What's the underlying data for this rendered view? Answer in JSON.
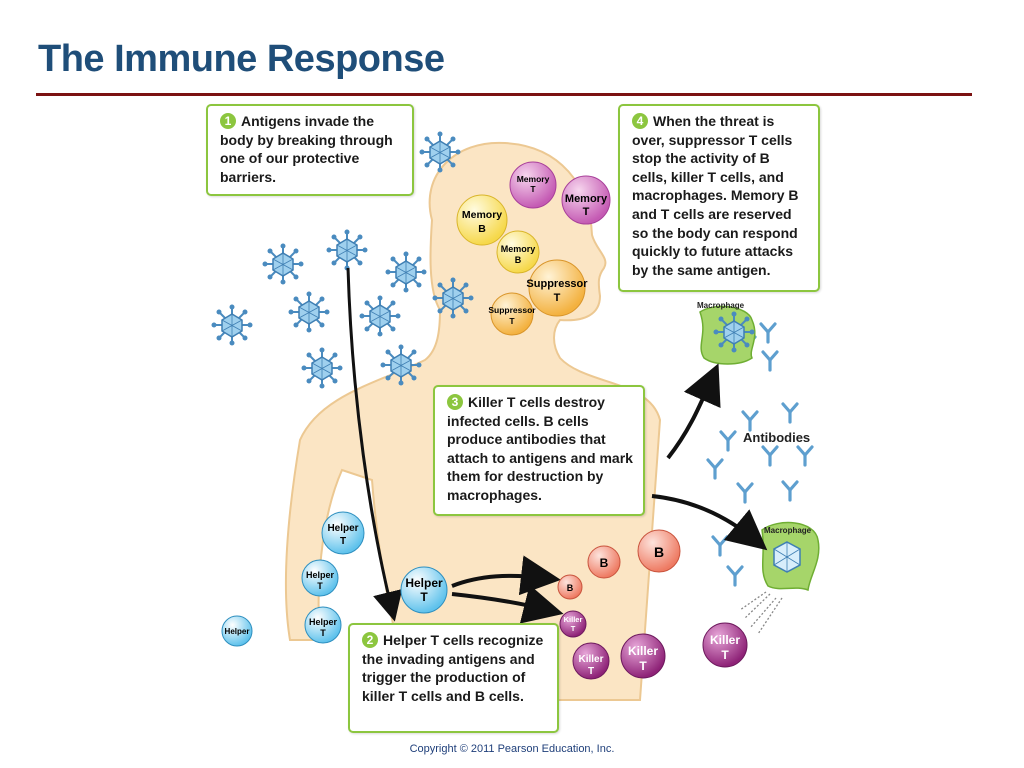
{
  "slide": {
    "title": "The Immune Response",
    "copyright": "Copyright © 2011 Pearson Education, Inc."
  },
  "steps": [
    {
      "number": "1",
      "text": "Antigens invade the body by breaking through one of our protective barriers."
    },
    {
      "number": "2",
      "text": "Helper T cells recognize the invading antigens and trigger the production of killer T cells and B cells."
    },
    {
      "number": "3",
      "text": "Killer T cells destroy infected cells. B cells produce antibodies that attach to antigens and mark them for destruction by macrophages."
    },
    {
      "number": "4",
      "text": "When the threat is over, suppressor T cells stop the activity of B cells, killer T cells, and macrophages. Memory B and T cells are reserved so the body can respond quickly to future attacks by the same antigen."
    }
  ],
  "labels": {
    "antibodies": "Antibodies",
    "macrophage": "Macrophage",
    "memory_t": [
      "Memory",
      "T"
    ],
    "memory_b": [
      "Memory",
      "B"
    ],
    "suppressor_t": [
      "Suppressor",
      "T"
    ],
    "helper_t": [
      "Helper",
      "T"
    ],
    "helper": "Helper",
    "b": "B",
    "killer_t": [
      "Killer",
      "T"
    ]
  },
  "colors": {
    "title": "#1f4e79",
    "rule": "#7b1212",
    "box_border": "#8cc63f",
    "body_fill": "#fbe7c6",
    "memory_t_cell": "#c45ab3",
    "memory_b_cell": "#fde97a",
    "suppressor_cell": "#f7c25c",
    "helper_cell": "#8fd3f2",
    "b_cell": "#f28b74",
    "killer_cell": "#a8338f",
    "macrophage": "#a6d56a",
    "antigen": "#5b9cc9"
  }
}
